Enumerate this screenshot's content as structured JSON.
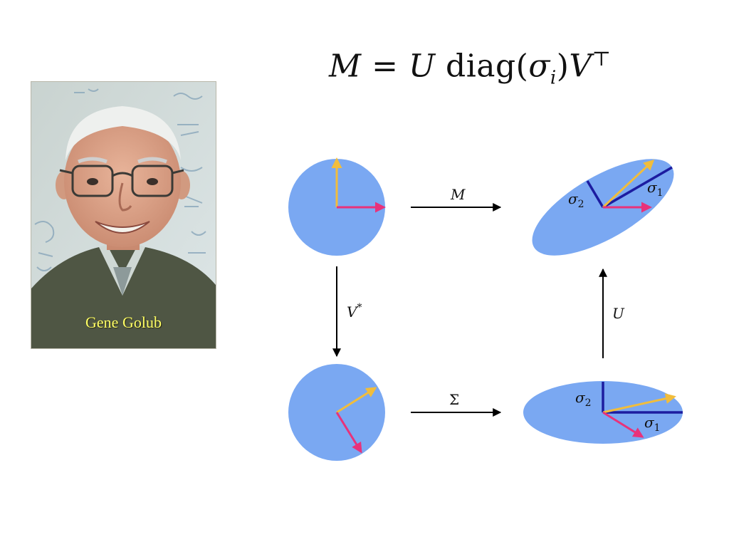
{
  "formula": {
    "lhs": "M",
    "equals": "=",
    "u": "U",
    "diag": "diag",
    "sigma": "σ",
    "sigma_sub": "i",
    "v": "V",
    "transpose": "⊤"
  },
  "portrait": {
    "caption": "Gene Golub"
  },
  "diagram": {
    "arrow_top_label": "M",
    "arrow_left_label": "V",
    "arrow_left_sup": "*",
    "arrow_right_label": "U",
    "arrow_bottom_label": "Σ",
    "sigma1": "σ",
    "sigma1_sub": "1",
    "sigma2": "σ",
    "sigma2_sub": "2"
  },
  "colors": {
    "shape_fill": "#7aa8f2",
    "yellow_vector": "#f1bd3c",
    "pink_vector": "#e8327a",
    "axis_blue": "#1c1ca0",
    "arrow": "#000000",
    "caption": "#ffff66"
  }
}
